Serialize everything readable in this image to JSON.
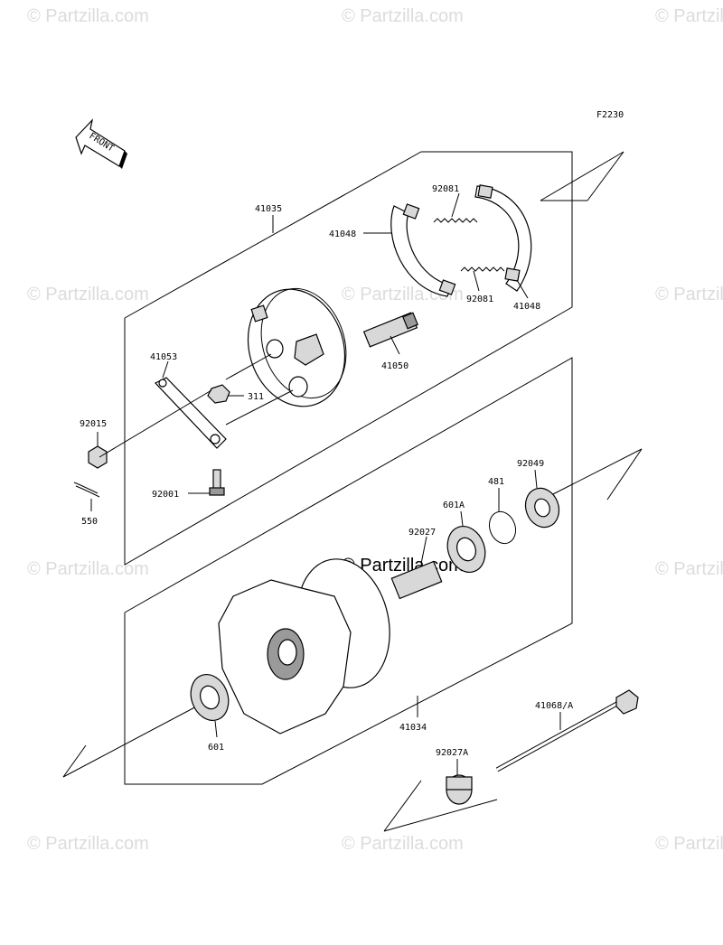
{
  "diagram_code": "F2230",
  "front_label": "FRONT",
  "watermark_text": "© Partzilla.com",
  "center_watermark": "© Partzilla.com",
  "parts": {
    "brake_panel": "41035",
    "shoe_left": "41048",
    "shoe_right": "41048",
    "spring_top": "92081",
    "spring_bottom": "92081",
    "camshaft": "41050",
    "brake_lever": "41053",
    "nut_311": "311",
    "nut_92015": "92015",
    "bolt": "92001",
    "cotter_pin": "550",
    "seal": "92049",
    "circlip": "481",
    "bearing_601a": "601A",
    "spacer_92027": "92027",
    "hub": "41034",
    "bearing_601": "601",
    "axle": "41068/A",
    "collar": "92027A"
  }
}
